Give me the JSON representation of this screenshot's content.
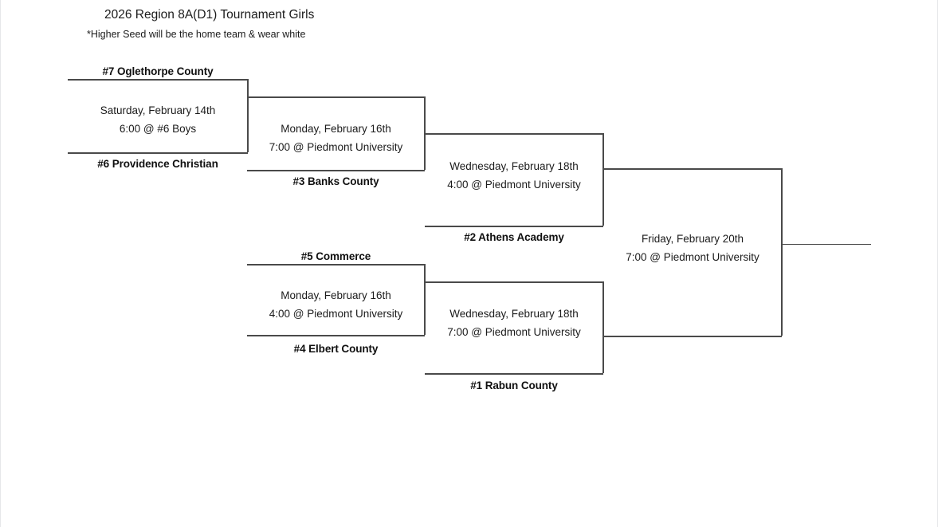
{
  "document": {
    "title": "2026 Region 8A(D1) Tournament Girls",
    "subtitle": "*Higher Seed will be the home team & wear white"
  },
  "bracket": {
    "type": "single-elimination",
    "teams_count": 7,
    "line_color": "#4a4a4a",
    "rounds": [
      {
        "name": "first-round",
        "matches": [
          {
            "id": "r1-m1",
            "top_team": "#7 Oglethorpe County",
            "bottom_team": "#6 Providence Christian",
            "date": "Saturday, February 14th",
            "time_venue": "6:00 @ #6 Boys"
          }
        ]
      },
      {
        "name": "quarterfinals",
        "matches": [
          {
            "id": "r2-m1",
            "top_team": "",
            "bottom_team": "#3 Banks County",
            "date": "Monday, February 16th",
            "time_venue": "7:00 @ Piedmont University"
          },
          {
            "id": "r2-m2",
            "top_team": "#5 Commerce",
            "bottom_team": "#4 Elbert County",
            "date": "Monday, February 16th",
            "time_venue": "4:00 @ Piedmont University"
          }
        ]
      },
      {
        "name": "semifinals",
        "matches": [
          {
            "id": "sf-m1",
            "top_team": "",
            "bottom_team": "#2 Athens Academy",
            "date": "Wednesday, February 18th",
            "time_venue": "4:00 @ Piedmont University"
          },
          {
            "id": "sf-m2",
            "top_team": "",
            "bottom_team": "#1 Rabun County",
            "date": "Wednesday, February 18th",
            "time_venue": "7:00 @ Piedmont University"
          }
        ]
      },
      {
        "name": "championship",
        "matches": [
          {
            "id": "final",
            "top_team": "",
            "bottom_team": "",
            "date": "Friday, February 20th",
            "time_venue": "7:00 @ Piedmont University"
          }
        ]
      }
    ]
  }
}
